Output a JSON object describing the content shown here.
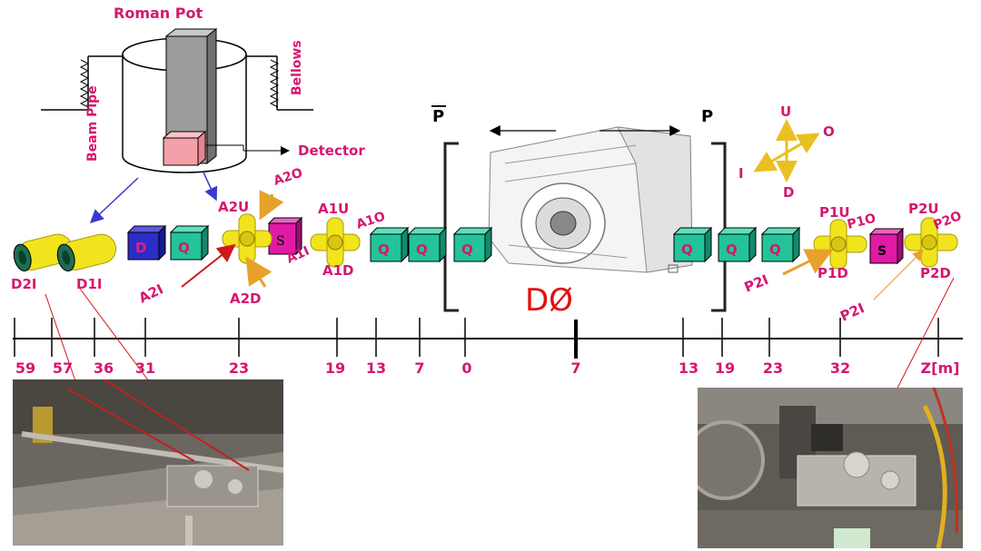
{
  "roman_pot": {
    "title": "Roman Pot",
    "bellows": "Bellows",
    "beam_pipe": "Beam Pipe",
    "detector": "Detector"
  },
  "beam_labels": {
    "pbar": "P",
    "p": "P"
  },
  "experiment_label": "DØ",
  "compass": {
    "up": "U",
    "out": "O",
    "in": "I",
    "down": "D"
  },
  "dipoles": [
    {
      "label": "D2I"
    },
    {
      "label": "D1I"
    }
  ],
  "magnet_labels": {
    "dipole": "D",
    "quad": "Q",
    "separator": "S"
  },
  "stations": {
    "A2": {
      "up": "A2U",
      "out": "A2O",
      "in": "A2I",
      "down": "A2D"
    },
    "A1": {
      "up": "A1U",
      "out": "A1O",
      "in": "A1I",
      "down": "A1D"
    },
    "P1": {
      "up": "P1U",
      "out": "P1O",
      "in": "P2I",
      "down": "P1D"
    },
    "P2": {
      "up": "P2U",
      "out": "P2O",
      "in": "P2I",
      "down": "P2D"
    }
  },
  "axis": {
    "ticks": [
      "59",
      "57",
      "36",
      "31",
      "23",
      "19",
      "13",
      "7",
      "0",
      "7",
      "13",
      "19",
      "23",
      "32",
      "Z[m]"
    ]
  },
  "colors": {
    "magenta": "#d6166f",
    "red": "#d01818",
    "quad": "#22c49a",
    "dipole": "#2c2cc8",
    "separator": "#e01aa6",
    "pot": "#f2e41c",
    "arrow_orange": "#e6a22a",
    "arrow_blue": "#3a3ad0"
  }
}
